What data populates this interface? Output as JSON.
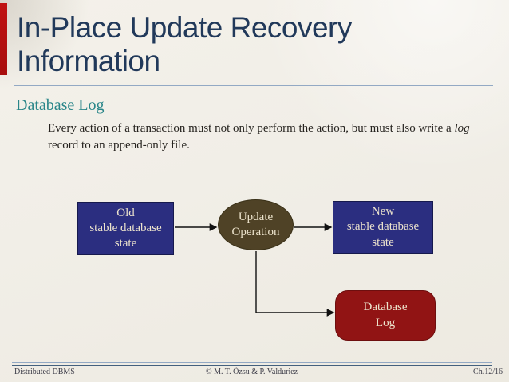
{
  "slide": {
    "title": "In-Place Update Recovery\nInformation",
    "section_heading": "Database Log",
    "body": {
      "text_before": "Every action of a transaction must not only perform the action, but must also write a ",
      "italic_word": "log",
      "text_after": " record to an append-only file."
    }
  },
  "diagram": {
    "nodes": {
      "old_state": {
        "label": "Old\nstable database\nstate",
        "shape": "rectangle",
        "fill": "#2b2e80"
      },
      "update_operation": {
        "label": "Update\nOperation",
        "shape": "ellipse",
        "fill": "#4f4226"
      },
      "new_state": {
        "label": "New\nstable database\nstate",
        "shape": "rectangle",
        "fill": "#2b2e80"
      },
      "database_log": {
        "label": "Database\nLog",
        "shape": "rounded-rectangle",
        "fill": "#911414"
      }
    },
    "edges": [
      {
        "from": "old_state",
        "to": "update_operation"
      },
      {
        "from": "update_operation",
        "to": "new_state"
      },
      {
        "from": "update_operation",
        "to": "database_log"
      }
    ]
  },
  "footer": {
    "left": "Distributed DBMS",
    "center": "© M. T. Özsu & P. Valduriez",
    "right": "Ch.12/16"
  },
  "colors": {
    "background": "#f1eee7",
    "title_text": "#21395a",
    "section_heading_text": "#2a8689",
    "accent_bar": "#b81111",
    "node_navy": "#2b2e80",
    "node_brown": "#4f4226",
    "node_red": "#911414",
    "node_text": "#ede4cd",
    "rule_line": "#43607e",
    "arrow": "#111111"
  }
}
